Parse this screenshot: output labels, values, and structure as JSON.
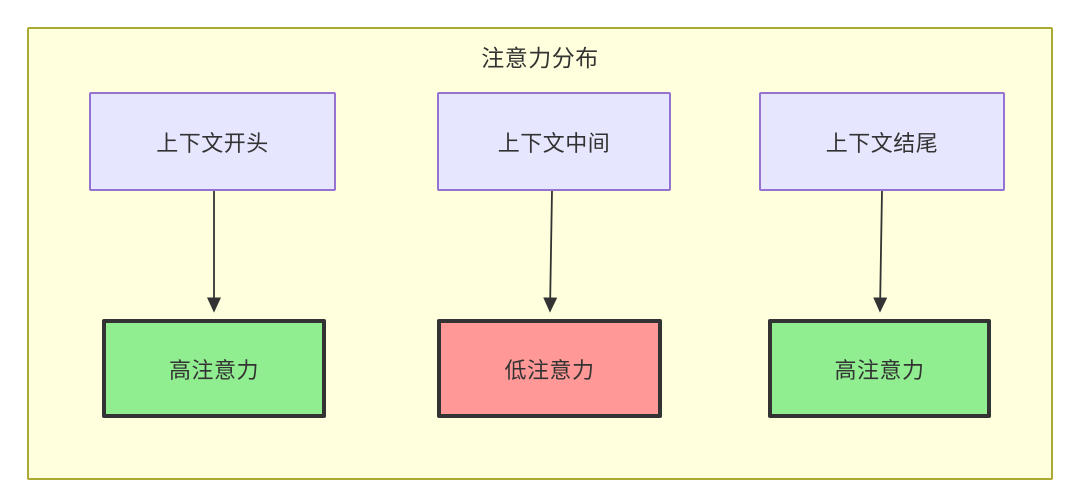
{
  "diagram": {
    "title": "注意力分布",
    "colors": {
      "cluster_fill": "#ffffdd",
      "cluster_border": "#aaaa33",
      "context_fill": "#e6e6ff",
      "context_border": "#9673d3",
      "high_attention_fill": "#90ee90",
      "low_attention_fill": "#ff9896",
      "attention_border": "#333333",
      "edge": "#333333",
      "text": "#333333"
    },
    "context_nodes": [
      {
        "id": "ctx-start",
        "label": "上下文开头"
      },
      {
        "id": "ctx-middle",
        "label": "上下文中间"
      },
      {
        "id": "ctx-end",
        "label": "上下文结尾"
      }
    ],
    "attention_nodes": [
      {
        "id": "att-high-1",
        "label": "高注意力",
        "level": "high"
      },
      {
        "id": "att-low",
        "label": "低注意力",
        "level": "low"
      },
      {
        "id": "att-high-2",
        "label": "高注意力",
        "level": "high"
      }
    ],
    "edges": [
      {
        "from": "ctx-start",
        "to": "att-high-1",
        "label": ""
      },
      {
        "from": "ctx-middle",
        "to": "att-low",
        "label": ""
      },
      {
        "from": "ctx-end",
        "to": "att-high-2",
        "label": ""
      }
    ]
  }
}
